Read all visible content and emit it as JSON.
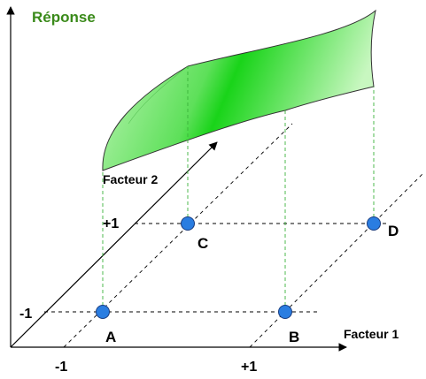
{
  "title": "Réponse",
  "axes": {
    "factor1_label": "Facteur 1",
    "factor2_label": "Facteur 2",
    "factor1_ticks": [
      "-1",
      "+1"
    ],
    "factor2_ticks": [
      "-1",
      "+1"
    ]
  },
  "points": [
    {
      "id": "A",
      "label": "A",
      "factor1": -1,
      "factor2": -1
    },
    {
      "id": "B",
      "label": "B",
      "factor1": 1,
      "factor2": -1
    },
    {
      "id": "C",
      "label": "C",
      "factor1": -1,
      "factor2": 1
    },
    {
      "id": "D",
      "label": "D",
      "factor1": 1,
      "factor2": 1
    }
  ],
  "colors": {
    "title": "#3a8a1a",
    "surface_light": "#c8f7c0",
    "surface_mid": "#5ee05a",
    "surface_bright": "#19d419",
    "point_fill": "#2a7de1",
    "projection_lines": "#3bb33b",
    "dashed_lines": "#000000"
  }
}
